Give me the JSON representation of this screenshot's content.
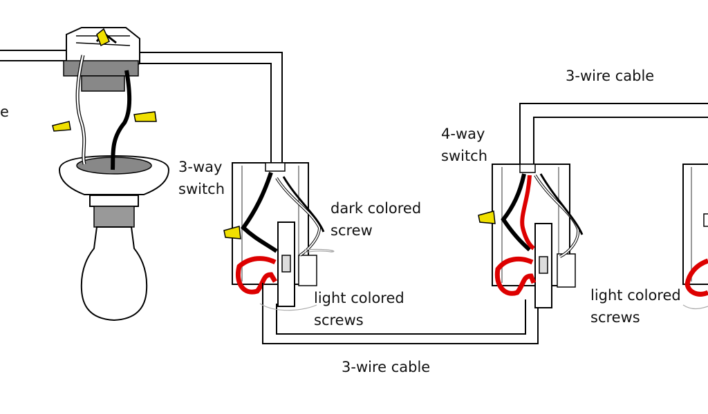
{
  "labels": {
    "left_cut": "e",
    "switch_3way_line1": "3-way",
    "switch_3way_line2": "switch",
    "dark_screw_line1": "dark colored",
    "dark_screw_line2": "screw",
    "light_screws_a_line1": "light colored",
    "light_screws_a_line2": "screws",
    "cable_bottom": "3-wire cable",
    "switch_4way_line1": "4-way",
    "switch_4way_line2": "switch",
    "cable_top": "3-wire cable",
    "light_screws_b_line1": "light colored",
    "light_screws_b_line2": "screws"
  },
  "colors": {
    "hot_wire": "#dd0000",
    "connector": "#f0e000",
    "box_gray": "#808080",
    "outline": "#000000",
    "background": "#ffffff"
  }
}
